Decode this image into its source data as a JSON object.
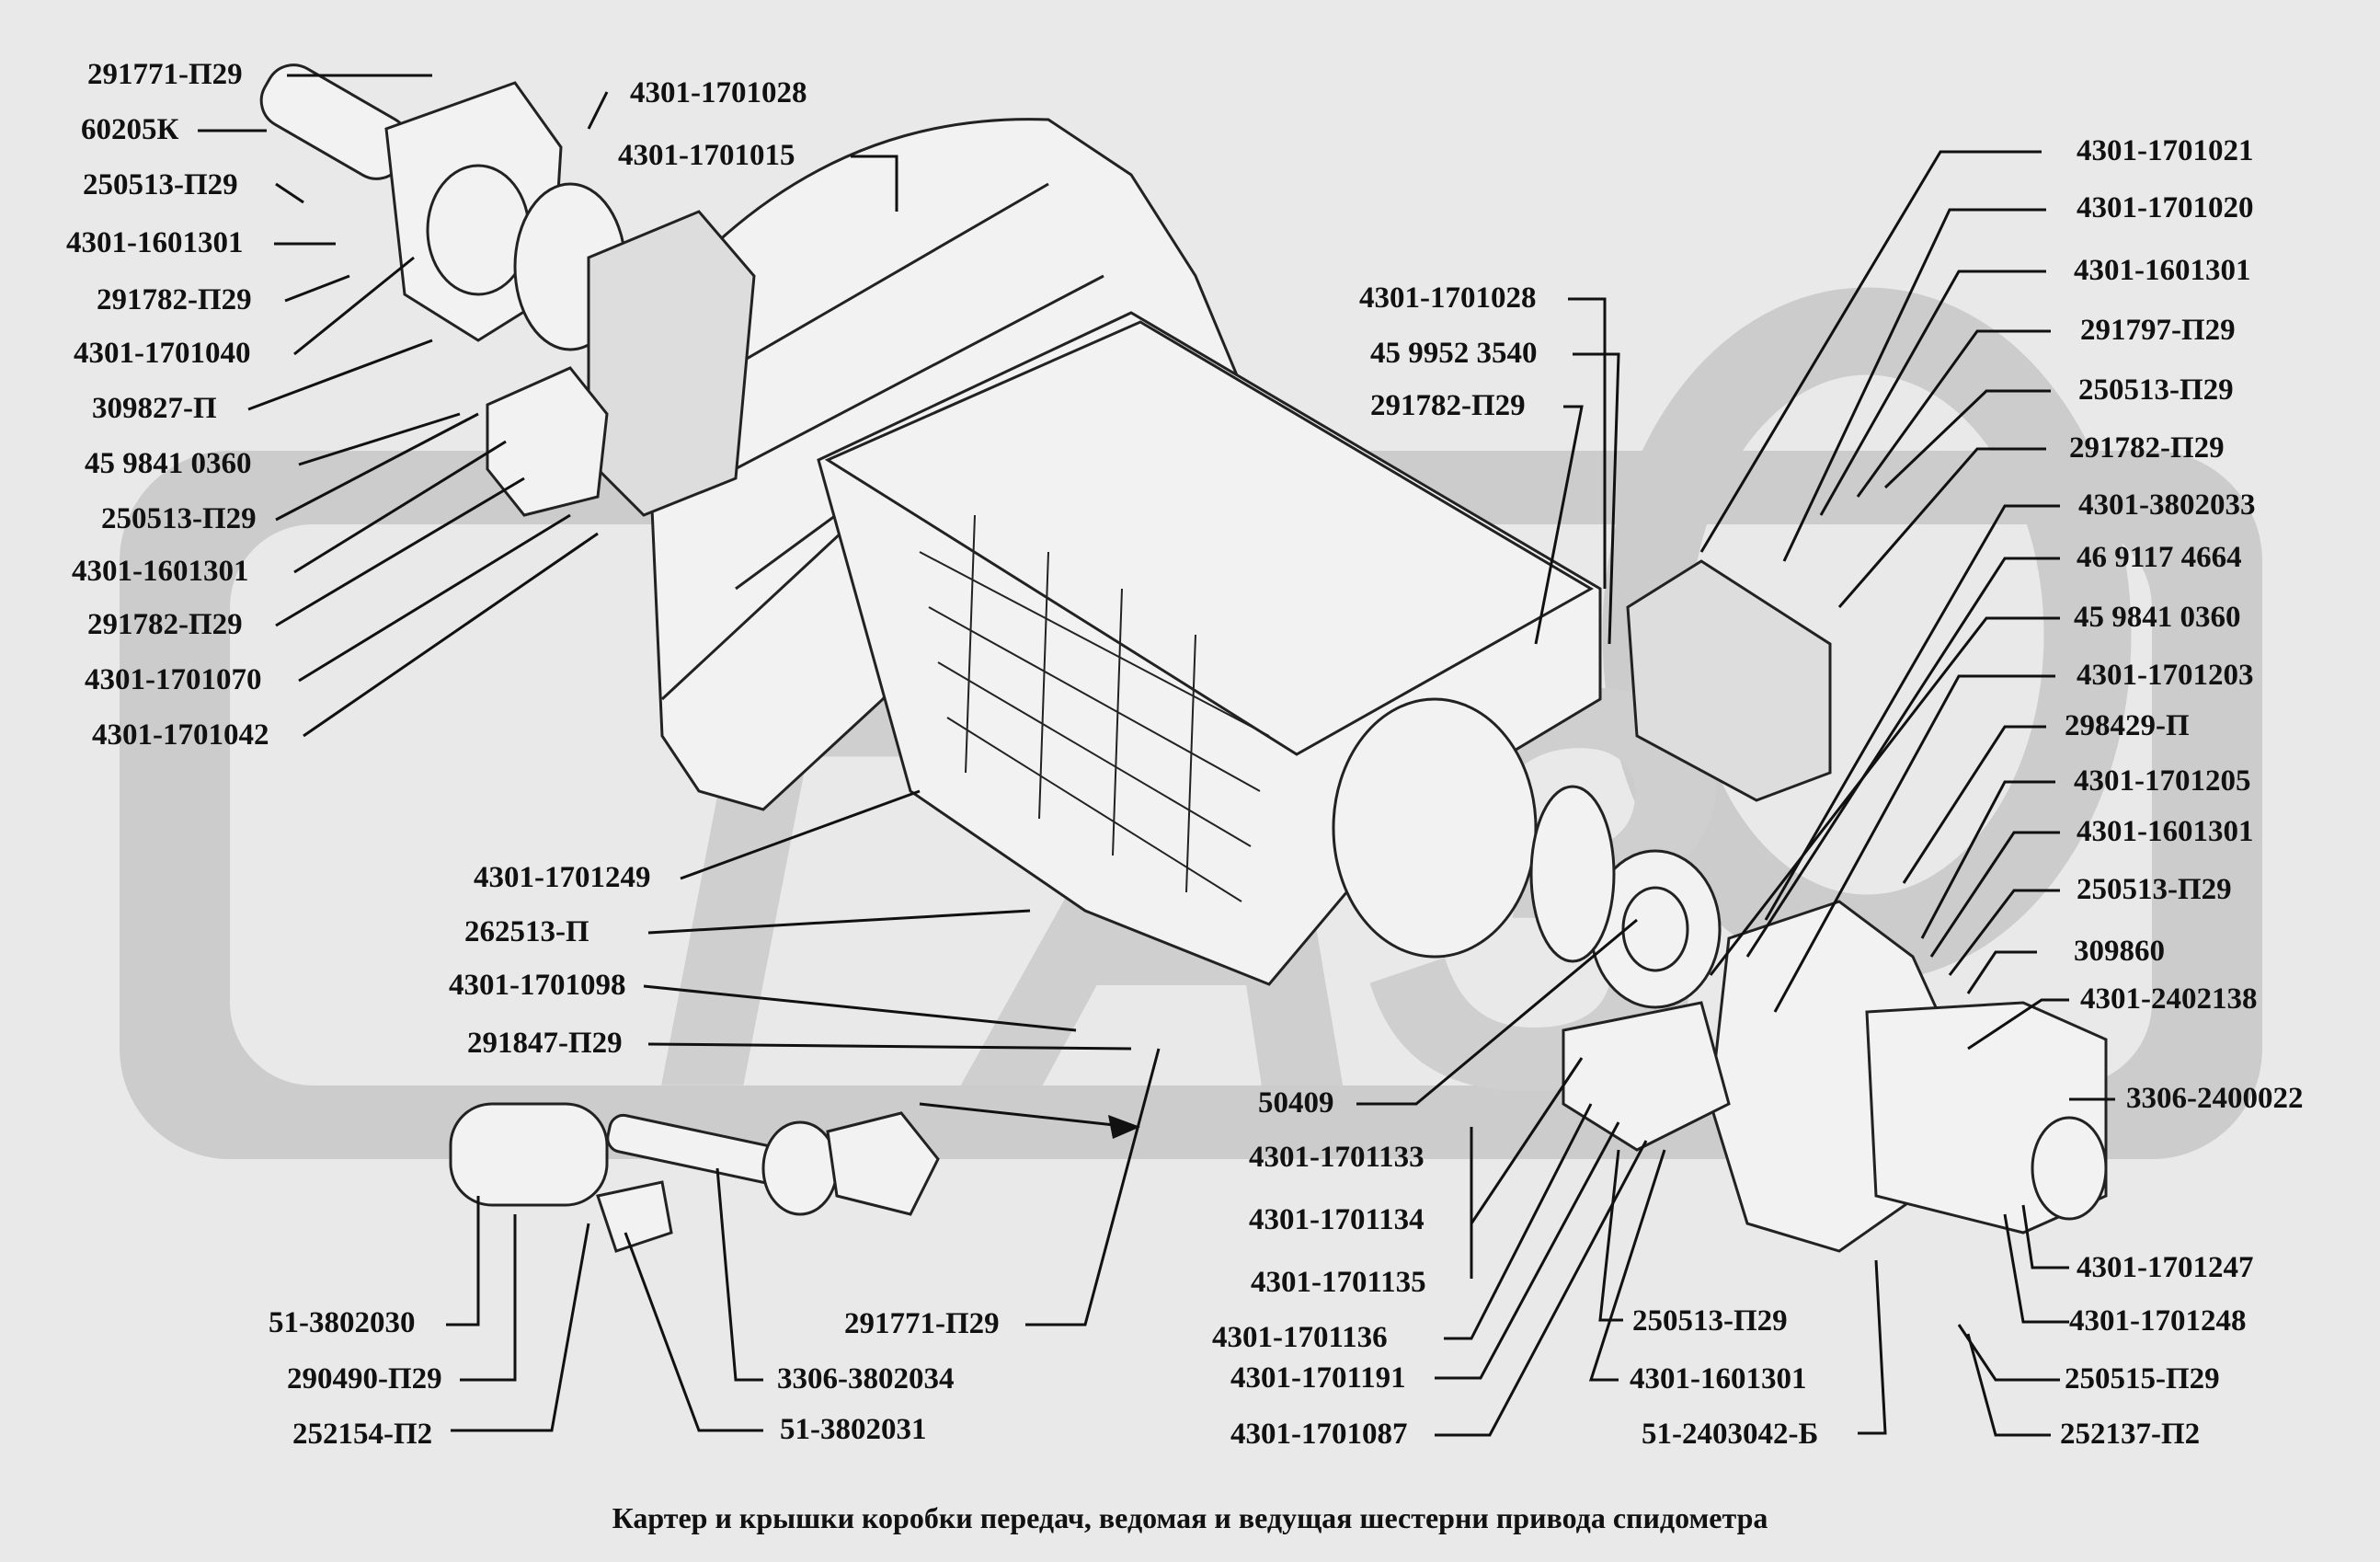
{
  "caption": "Картер и крышки коробки передач, ведомая и ведущая шестерни привода спидометра",
  "watermark": "ГАЗ",
  "labels": {
    "l1": "291771-П29",
    "l2": "60205К",
    "l3": "250513-П29",
    "l4": "4301-1601301",
    "l5": "291782-П29",
    "l6": "4301-1701040",
    "l7": "309827-П",
    "l8": "45 9841 0360",
    "l9": "250513-П29",
    "l10": "4301-1601301",
    "l11": "291782-П29",
    "l12": "4301-1701070",
    "l13": "4301-1701042",
    "t1": "4301-1701028",
    "t2": "4301-1701015",
    "c1": "4301-1701028",
    "c2": "45 9952 3540",
    "c3": "291782-П29",
    "c4": "4301-1701249",
    "c5": "262513-П",
    "c6": "4301-1701098",
    "c7": "291847-П29",
    "r1": "4301-1701021",
    "r2": "4301-1701020",
    "r3": "4301-1601301",
    "r4": "291797-П29",
    "r5": "250513-П29",
    "r6": "291782-П29",
    "r7": "4301-3802033",
    "r8": "46 9117 4664",
    "r9": "45 9841 0360",
    "r10": "4301-1701203",
    "r11": "298429-П",
    "r12": "4301-1701205",
    "r13": "4301-1601301",
    "r14": "250513-П29",
    "r15": "309860",
    "r16": "4301-2402138",
    "r17": "3306-2400022",
    "r18": "4301-1701247",
    "r19": "4301-1701248",
    "r20": "250515-П29",
    "r21": "252137-П2",
    "b1": "50409",
    "b2": "4301-1701133",
    "b3": "4301-1701134",
    "b4": "4301-1701135",
    "b5": "4301-1701136",
    "b6": "4301-1701191",
    "b7": "4301-1701087",
    "b8": "250513-П29",
    "b9": "4301-1601301",
    "b10": "51-2403042-Б",
    "s1": "51-3802030",
    "s2": "290490-П29",
    "s3": "252154-П2",
    "s4": "3306-3802034",
    "s5": "51-3802031",
    "s6": "291771-П29"
  }
}
